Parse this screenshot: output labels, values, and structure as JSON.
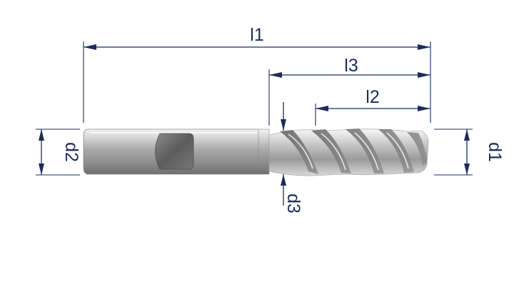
{
  "labels": {
    "l1": "l1",
    "l2": "l2",
    "l3": "l3",
    "d1": "d1",
    "d2": "d2",
    "d3": "d3"
  },
  "colors": {
    "dimension": "#1b2d5c",
    "background": "#ffffff"
  }
}
